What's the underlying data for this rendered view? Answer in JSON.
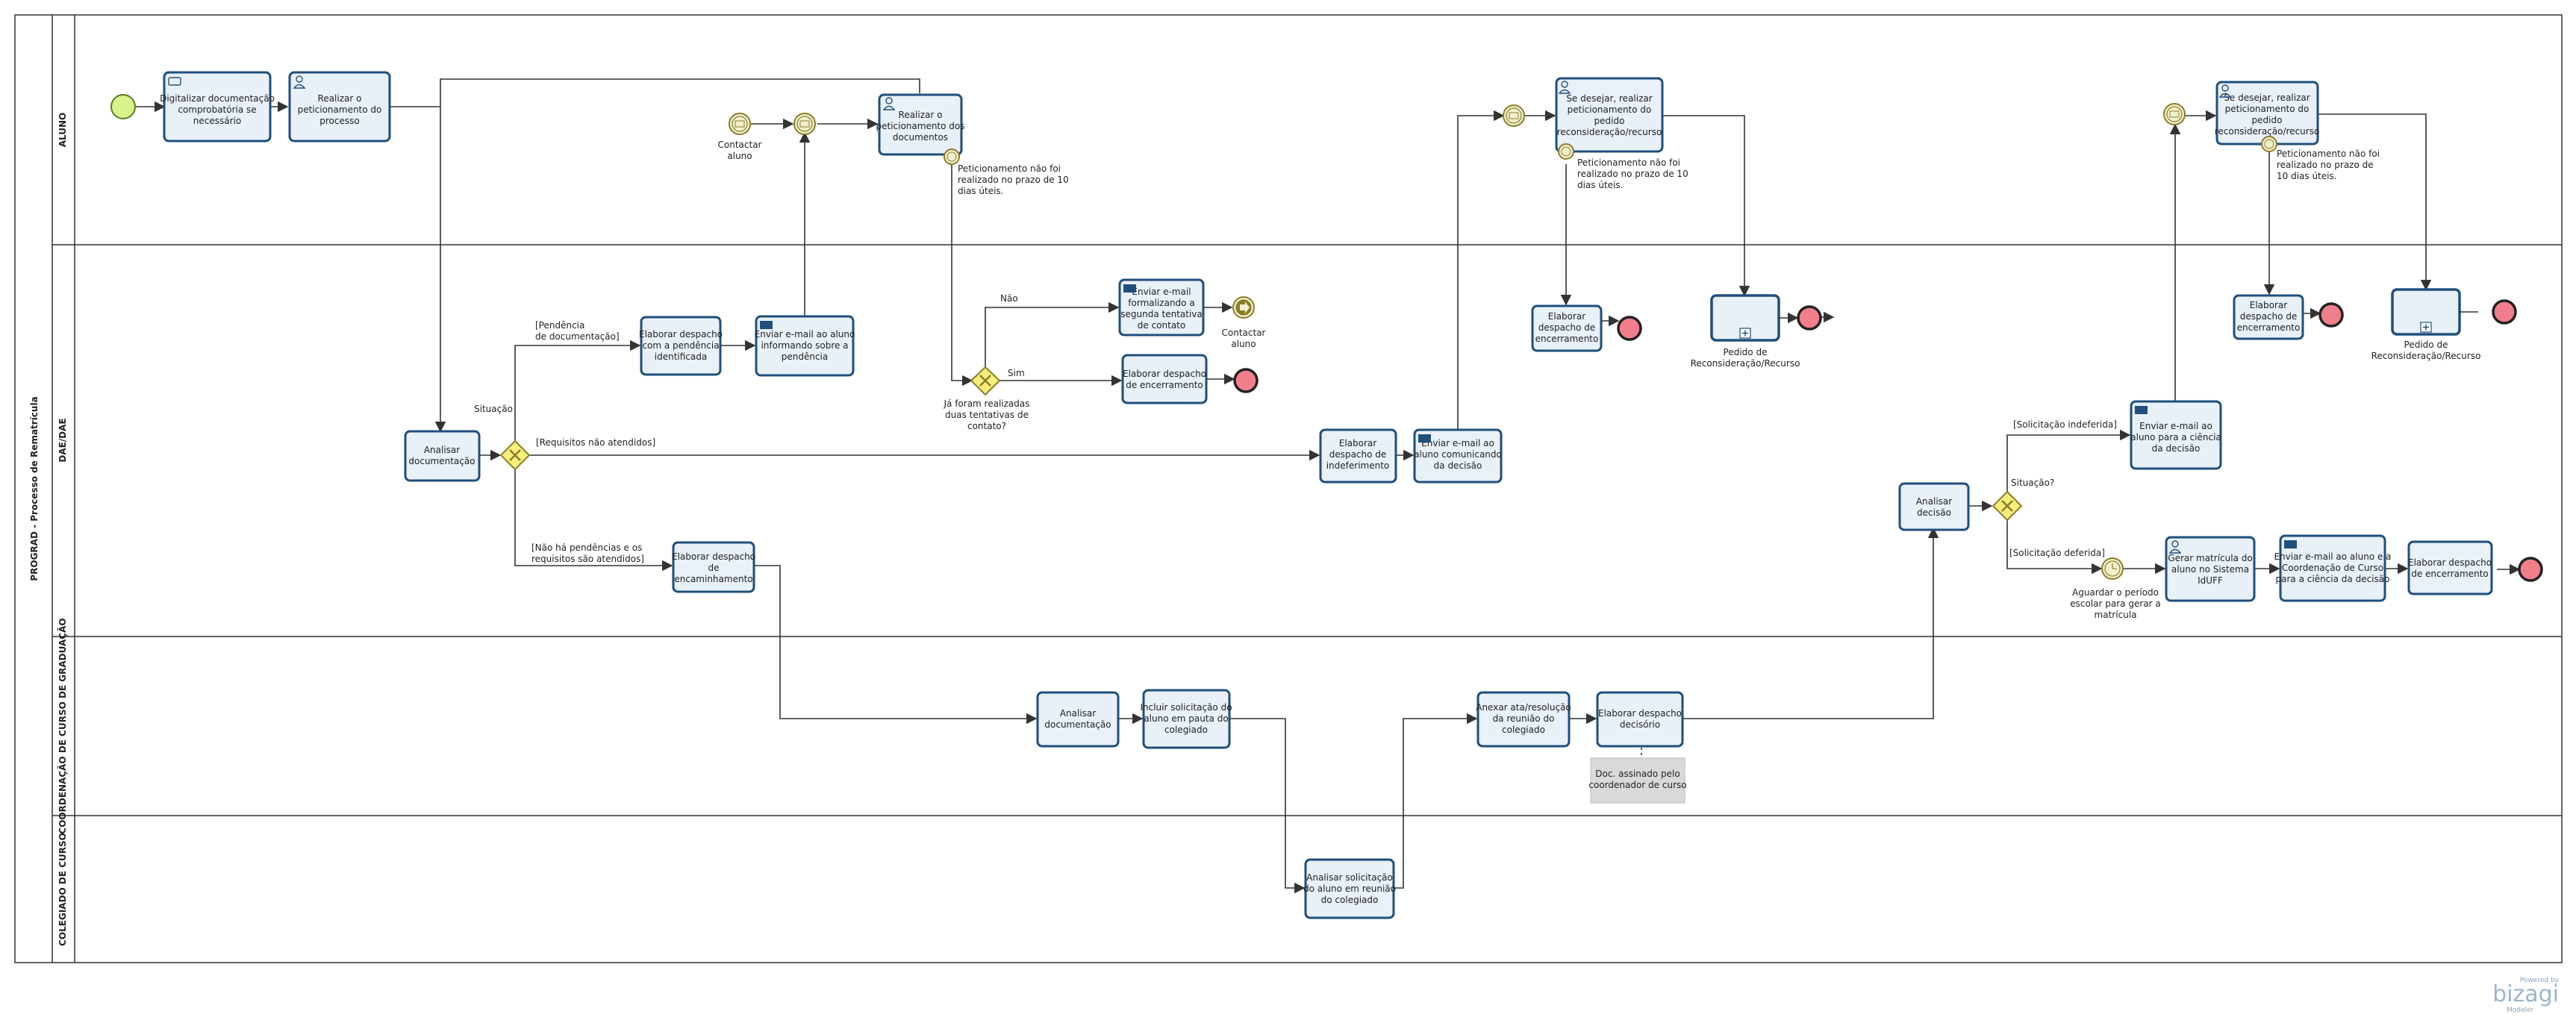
{
  "pool": {
    "title": "PROGRAD - Processo de Rematrícula"
  },
  "lanes": {
    "aluno": "ALUNO",
    "dae": "DAE/DAE",
    "coordenacao": "COORDENAÇÃO DE CURSO DE GRADUAÇÃO",
    "colegiado": "COLEGIADO DE CURSO"
  },
  "tasks": {
    "digitalizar": [
      "Digitalizar documentação",
      "comprobatória se",
      "necessário"
    ],
    "realizar_peticionamento": [
      "Realizar o",
      "peticionamento do",
      "processo"
    ],
    "realizar_pet_docs": [
      "Realizar o",
      "peticionamento dos",
      "documentos"
    ],
    "se_desejar_1": [
      "Se desejar, realizar",
      "peticionamento do",
      "pedido",
      "reconsideração/recurso"
    ],
    "se_desejar_2": [
      "Se desejar, realizar",
      "peticionamento do",
      "pedido",
      "reconsideração/recurso"
    ],
    "analisar_doc_dae": [
      "Analisar",
      "documentação"
    ],
    "elab_pendencia": [
      "Elaborar despacho",
      "com a pendência",
      "identificada"
    ],
    "email_pendencia": [
      "Enviar e-mail ao aluno",
      "informando sobre a",
      "pendência"
    ],
    "email_segunda": [
      "Enviar e-mail",
      "formalizando a",
      "segunda tentativa",
      "de contato"
    ],
    "elab_enc_1": [
      "Elaborar despacho",
      "de encerramento"
    ],
    "elab_indeferimento": [
      "Elaborar",
      "despacho de",
      "indeferimento"
    ],
    "email_decisao": [
      "Enviar e-mail ao",
      "aluno comunicando",
      "da decisão"
    ],
    "elab_encaminhamento": [
      "Elaborar despacho",
      "de",
      "encaminhamento"
    ],
    "elab_enc_2": [
      "Elaborar",
      "despacho de",
      "encerramento"
    ],
    "elab_enc_3": [
      "Elaborar",
      "despacho de",
      "encerramento"
    ],
    "analisar_decisao": [
      "Analisar",
      "decisão"
    ],
    "email_ciencia": [
      "Enviar e-mail ao",
      "aluno para a ciência",
      "da decisão"
    ],
    "gerar_matricula": [
      "Gerar matrícula  do",
      "aluno no Sistema",
      "IdUFF"
    ],
    "email_coord": [
      "Enviar e-mail ao aluno e a",
      "Coordenação de Curso",
      "para a ciência da decisão"
    ],
    "elab_enc_4": [
      "Elaborar despacho",
      "de encerramento"
    ],
    "analisar_doc_coord": [
      "Analisar",
      "documentação"
    ],
    "incluir_pauta": [
      "Incluir solicitação do",
      "aluno em pauta do",
      "colegiado"
    ],
    "anexar_ata": [
      "Anexar ata/resolução",
      "da reunião do",
      "colegiado"
    ],
    "elab_decisorio": [
      "Elaborar despacho",
      "decisório"
    ],
    "analisar_reuniao": [
      "Analisar solicitação",
      "do aluno em reunião",
      "do colegiado"
    ]
  },
  "subprocesses": {
    "pedido_1": [
      "Pedido de",
      "Reconsideração/Recurso"
    ],
    "pedido_2": [
      "Pedido de",
      "Reconsideração/Recurso"
    ]
  },
  "labels": {
    "contactar_aluno_1": [
      "Contactar",
      "aluno"
    ],
    "contactar_aluno_2": [
      "Contactar",
      "aluno"
    ],
    "timer_pet_1": [
      "Peticionamento não foi",
      "realizado no prazo de 10",
      "dias úteis."
    ],
    "timer_pet_2": [
      "Peticionamento não foi",
      "realizado no prazo de 10",
      "dias úteis."
    ],
    "timer_pet_3": [
      "Peticionamento não foi",
      "realizado no prazo de",
      "10 dias úteis."
    ],
    "gw_situacao": "Situação",
    "gw_tentativas": [
      "Já foram realizadas",
      "duas tentativas de",
      "contato?"
    ],
    "gw_situacao2": "Situação?",
    "aguardar": [
      "Aguardar o período",
      "escolar para gerar a",
      "matrícula"
    ],
    "doc_assinado": [
      "Doc. assinado pelo",
      "coordenador de curso"
    ]
  },
  "flow_labels": {
    "pendencia": [
      "[Pendência",
      "de documentação]"
    ],
    "requisitos_nao": "[Requisitos não atendidos]",
    "sem_pendencias": [
      "[Não há pendências e os",
      "requisitos são atendidos]"
    ],
    "nao": "Não",
    "sim": "Sim",
    "indeferida": "[Solicitação indeferida]",
    "deferida": "[Solicitação deferida]"
  },
  "brand": {
    "powered": "Powered by",
    "name": "bizagi",
    "product": "Modeler"
  },
  "colors": {
    "task_fill": "#e8f0f8",
    "task_stroke": "#1f4f7c",
    "start_fill": "#d9f28a",
    "end_fill": "#f07f8b",
    "gateway_fill": "#f5ee7a",
    "event_fill": "#f2f0cc",
    "doc_fill": "#d9d9d9"
  }
}
